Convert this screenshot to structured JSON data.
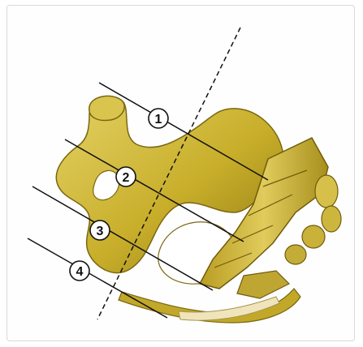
{
  "figure": {
    "bone_fill": "#c8ae2a",
    "bone_shadow": "#9a8418",
    "bone_light": "#e2cf62",
    "line_color": "#111111"
  },
  "markers": [
    {
      "label": "1"
    },
    {
      "label": "2"
    },
    {
      "label": "3"
    },
    {
      "label": "4"
    }
  ]
}
